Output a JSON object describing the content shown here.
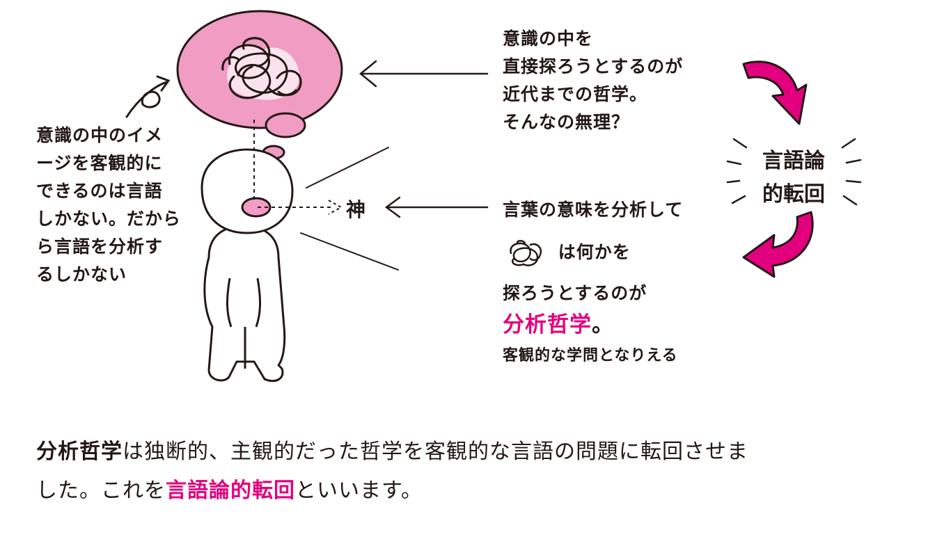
{
  "left_note": {
    "lines": [
      "意識の中のイメ",
      "ージを客観的に",
      "できるのは言語",
      "しかない。だから",
      "ら言語を分析す",
      "るしかない"
    ]
  },
  "top_note": {
    "lines": [
      "意識の中を",
      "直接探ろうとするのが",
      "近代までの哲学。",
      "そんなの無理？"
    ]
  },
  "god_label": "神",
  "mid_note": {
    "line1": "言葉の意味を分析して",
    "line2": "は何かを",
    "line3": "探ろうとするのが",
    "highlight": "分析哲学",
    "highlight_tail": "。",
    "line5": "客観的な学問となりえる"
  },
  "turn_label": {
    "line1": "言語論",
    "line2": "的転回"
  },
  "bottom": {
    "hl1": "分析哲学",
    "text1": "は独断的、主観的だった哲学を客観的な言語の問題に転回させま",
    "text2": "した。これを",
    "hl2": "言語論的転回",
    "text3": "といいます。"
  },
  "colors": {
    "accent": "#e3007f",
    "bubble": "#f09cc3",
    "ink": "#231815"
  },
  "icons": [
    "tangled-scribble-icon",
    "curved-arrow-icon",
    "left-arrow-icon",
    "dashed-arrow-icon"
  ]
}
